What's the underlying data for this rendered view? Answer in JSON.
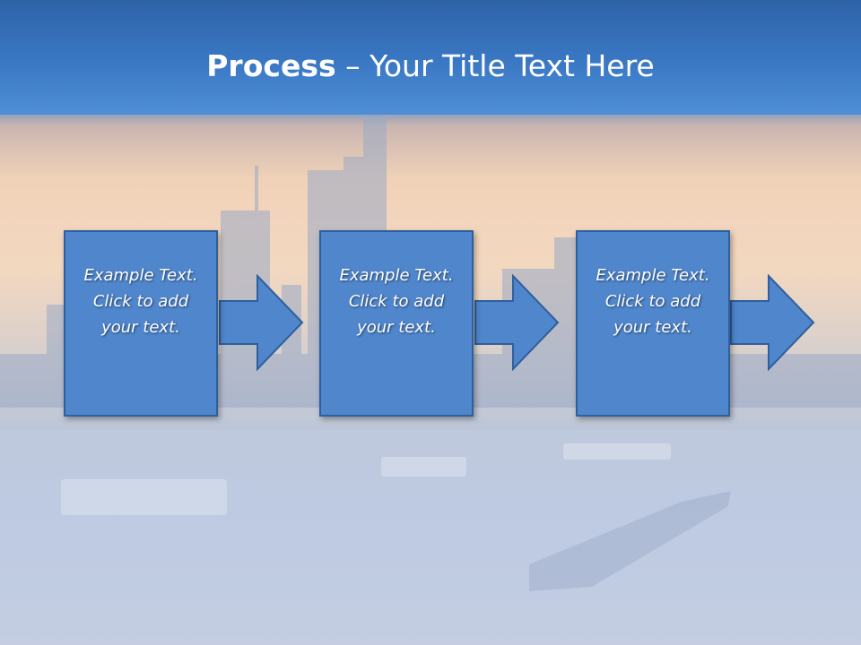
{
  "title": {
    "bold": "Process",
    "rest": " – Your Title Text Here"
  },
  "steps": [
    {
      "line1": "Example Text.",
      "line2": "Click  to add",
      "line3": "your text."
    },
    {
      "line1": "Example Text.",
      "line2": "Click  to add",
      "line3": "your text."
    },
    {
      "line1": "Example Text.",
      "line2": "Click  to add",
      "line3": "your text."
    }
  ],
  "colors": {
    "box": "#4f86cc",
    "box_border": "#2f5f9c",
    "title_bar": "#3a78c4"
  }
}
